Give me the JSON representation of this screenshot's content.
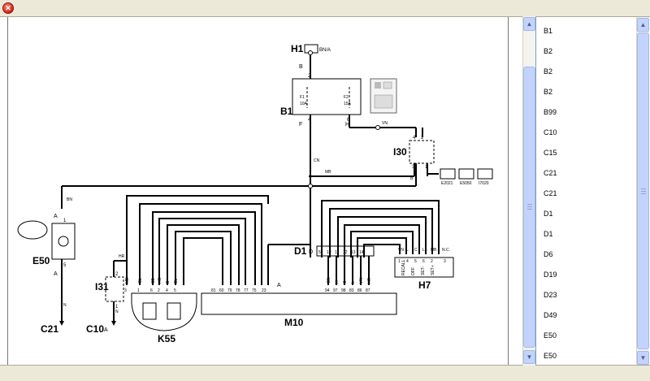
{
  "window": {
    "close_glyph": "✕"
  },
  "diagram": {
    "connectors": {
      "h1": "H1",
      "b1": "B1",
      "b1_code": "B",
      "i30": "I30",
      "e50": "E50",
      "d1": "D1",
      "d1_code": "D",
      "k55": "K55",
      "m10": "M10",
      "h7": "H7",
      "i31": "I31",
      "c21": "C21",
      "c10": "C10",
      "c10_code": "A",
      "e50_code_top": "A",
      "e50_code_bottom": "A",
      "m10_code": "A",
      "b1_code_left": "F",
      "b1_code_right": "H"
    },
    "wire_labels": {
      "cn": "CN",
      "vn": "VN",
      "mb": "MB",
      "bn": "BN",
      "hr": "HR",
      "n1": "N",
      "n2": "N",
      "b": "B",
      "top_pin": "2",
      "h1_text": "BN/A"
    },
    "fuses": {
      "f1_num": "F1",
      "f1_rating": "10A",
      "f2_num": "F2",
      "f2_rating": "15A"
    },
    "b1_pins": {
      "left": "4",
      "right": "6",
      "top": "2"
    },
    "i30_pins": {
      "p4": "4",
      "p2": "2",
      "p3": "3",
      "p1": "1"
    },
    "i30_icons": [
      "E2021",
      "E5050",
      "I7020"
    ],
    "e50_pins": {
      "top": "1",
      "bottom": "5"
    },
    "i31_pins": {
      "top": "2",
      "bottom": "1"
    },
    "k55_wires": [
      "MB",
      "GL",
      "SB",
      "HG",
      "B",
      "BL"
    ],
    "k55_pins": [
      "3",
      "1",
      "6",
      "2",
      "4",
      "5"
    ],
    "m10_pins_left": [
      "81",
      "60",
      "79",
      "78",
      "77",
      "75",
      "23"
    ],
    "m10_pins_right": [
      "94",
      "97",
      "98",
      "83",
      "86",
      "87"
    ],
    "m10_right_wires": [
      "GN",
      "H",
      "S",
      "L",
      "VN",
      "HR"
    ],
    "d1_pins": [
      "5",
      "10",
      "11",
      "12",
      "13",
      "14"
    ],
    "d1_wires": [
      "",
      "",
      "",
      "",
      "",
      ""
    ],
    "h7_wires": [
      "VN",
      "L",
      "C",
      "L",
      "MB",
      "N.C."
    ],
    "h7_pins": [
      "1",
      "4",
      "5",
      "6",
      "2",
      "3"
    ],
    "h7_labels": [
      "RECALL",
      "OFF",
      "SET-",
      "SET+"
    ]
  },
  "list": {
    "items": [
      "B1",
      "B2",
      "B2",
      "B2",
      "B99",
      "C10",
      "C15",
      "C21",
      "C21",
      "D1",
      "D1",
      "D6",
      "D19",
      "D23",
      "D49",
      "E50",
      "E50"
    ]
  },
  "scroll_glyphs": {
    "up": "▲",
    "down": "▼"
  }
}
